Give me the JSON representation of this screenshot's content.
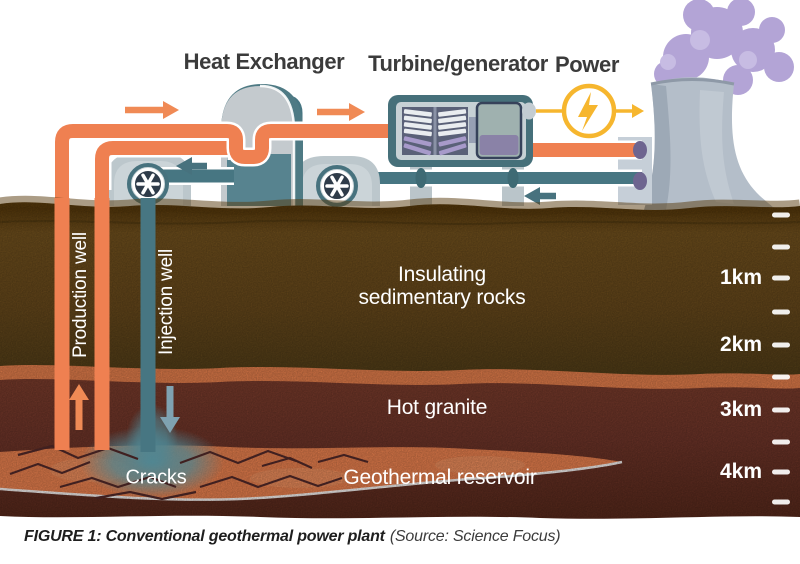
{
  "figure": {
    "labels": {
      "heat_exchanger": "Heat Exchanger",
      "turbine_generator": "Turbine/generator",
      "power": "Power",
      "production_well": "Production well",
      "injection_well": "Injection well",
      "insulating_line1": "Insulating",
      "insulating_line2": "sedimentary rocks",
      "hot_granite": "Hot granite",
      "geothermal_reservoir": "Geothermal reservoir",
      "cracks": "Cracks"
    },
    "depth_scale": [
      "1km",
      "2km",
      "3km",
      "4km"
    ],
    "caption": {
      "title": "FIGURE 1: Conventional geothermal power plant",
      "source": "(Source: Science Focus)"
    },
    "colors": {
      "hot_flow_orange": "#EF8051",
      "cold_flow_teal": "#477682",
      "power_yellow": "#F6B62E",
      "reservoir_orange": "#EE8350",
      "steam_purple": "#B3A4D6"
    }
  }
}
